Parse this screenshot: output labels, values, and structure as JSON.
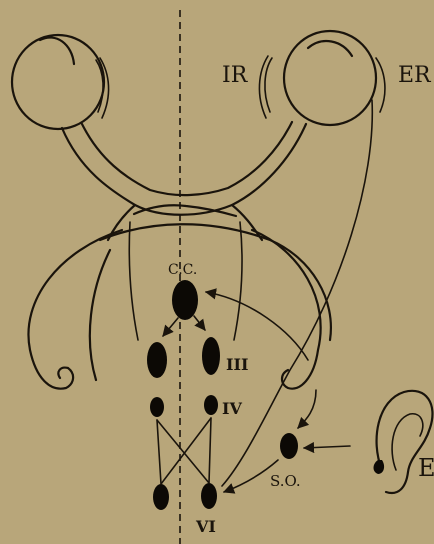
{
  "labels": {
    "ir": "IR",
    "er": "ER",
    "cc": "C.C.",
    "iii": "III",
    "iv": "IV",
    "so": "S.O.",
    "vi": "VI",
    "e": "E"
  },
  "colors": {
    "paper": "#b8a67a",
    "ink": "#1a140c"
  }
}
